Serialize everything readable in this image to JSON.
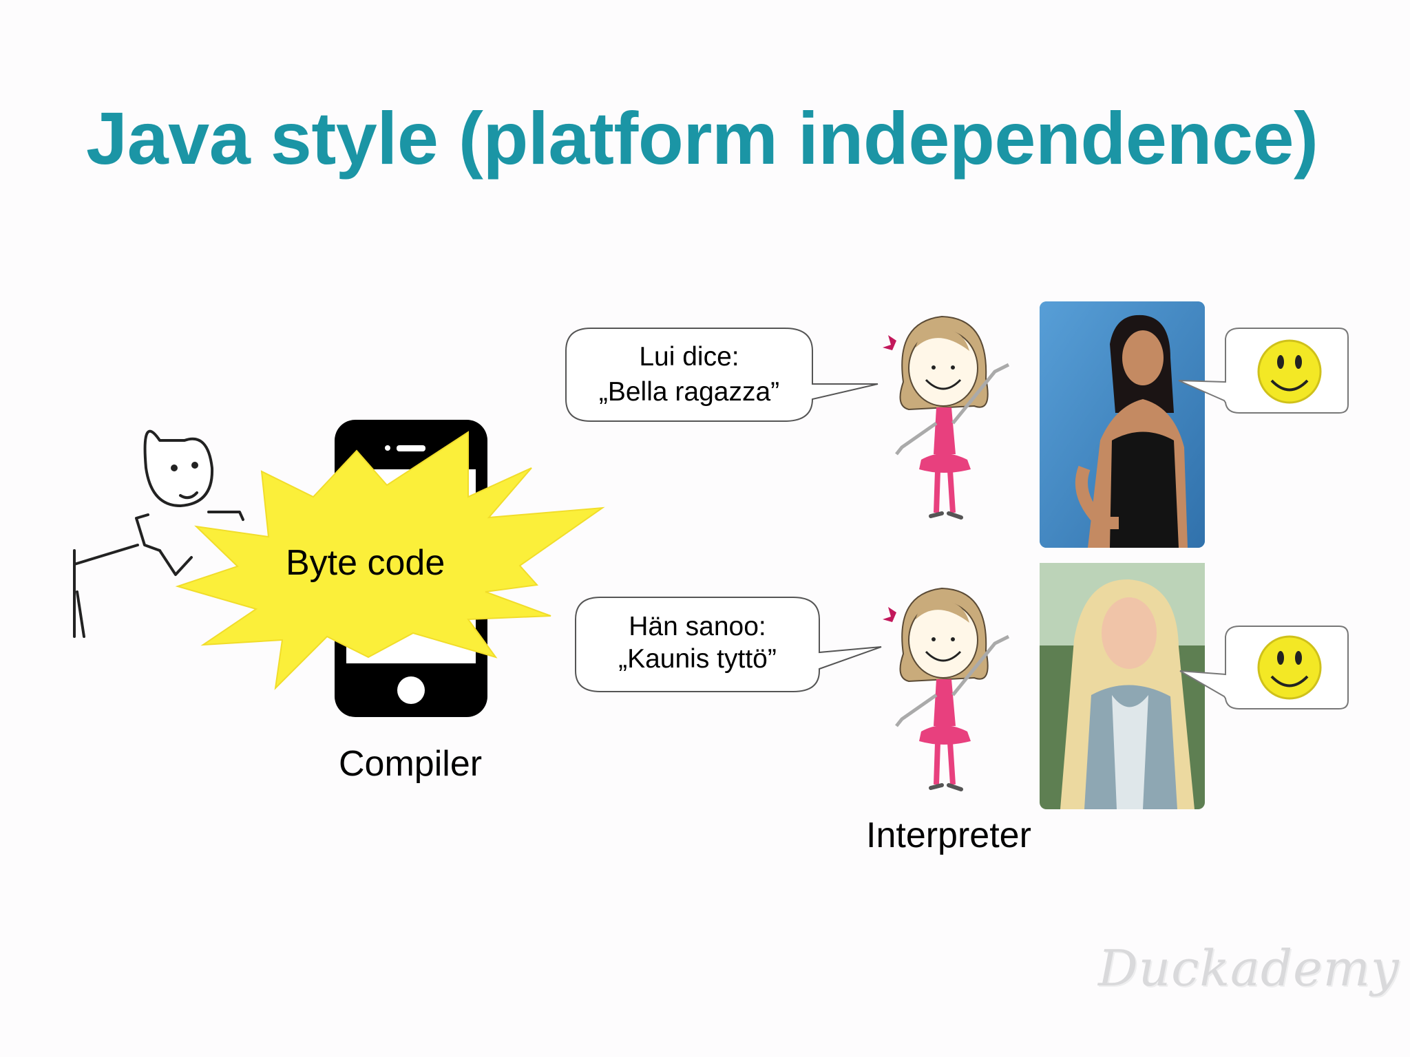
{
  "slide": {
    "title": "Java style (platform independence)",
    "title_color": "#1b95a5",
    "burst_label": "Byte code",
    "burst_color": "#fbef3a",
    "compiler_caption": "Compiler",
    "interpreter_caption": "Interpreter",
    "speech_italian_line1": "Lui dice:",
    "speech_italian_line2": "„Bella ragazza”",
    "speech_finnish_line1": "Hän sanoo:",
    "speech_finnish_line2": "„Kaunis tyttö”",
    "watermark": "Duckademy"
  }
}
